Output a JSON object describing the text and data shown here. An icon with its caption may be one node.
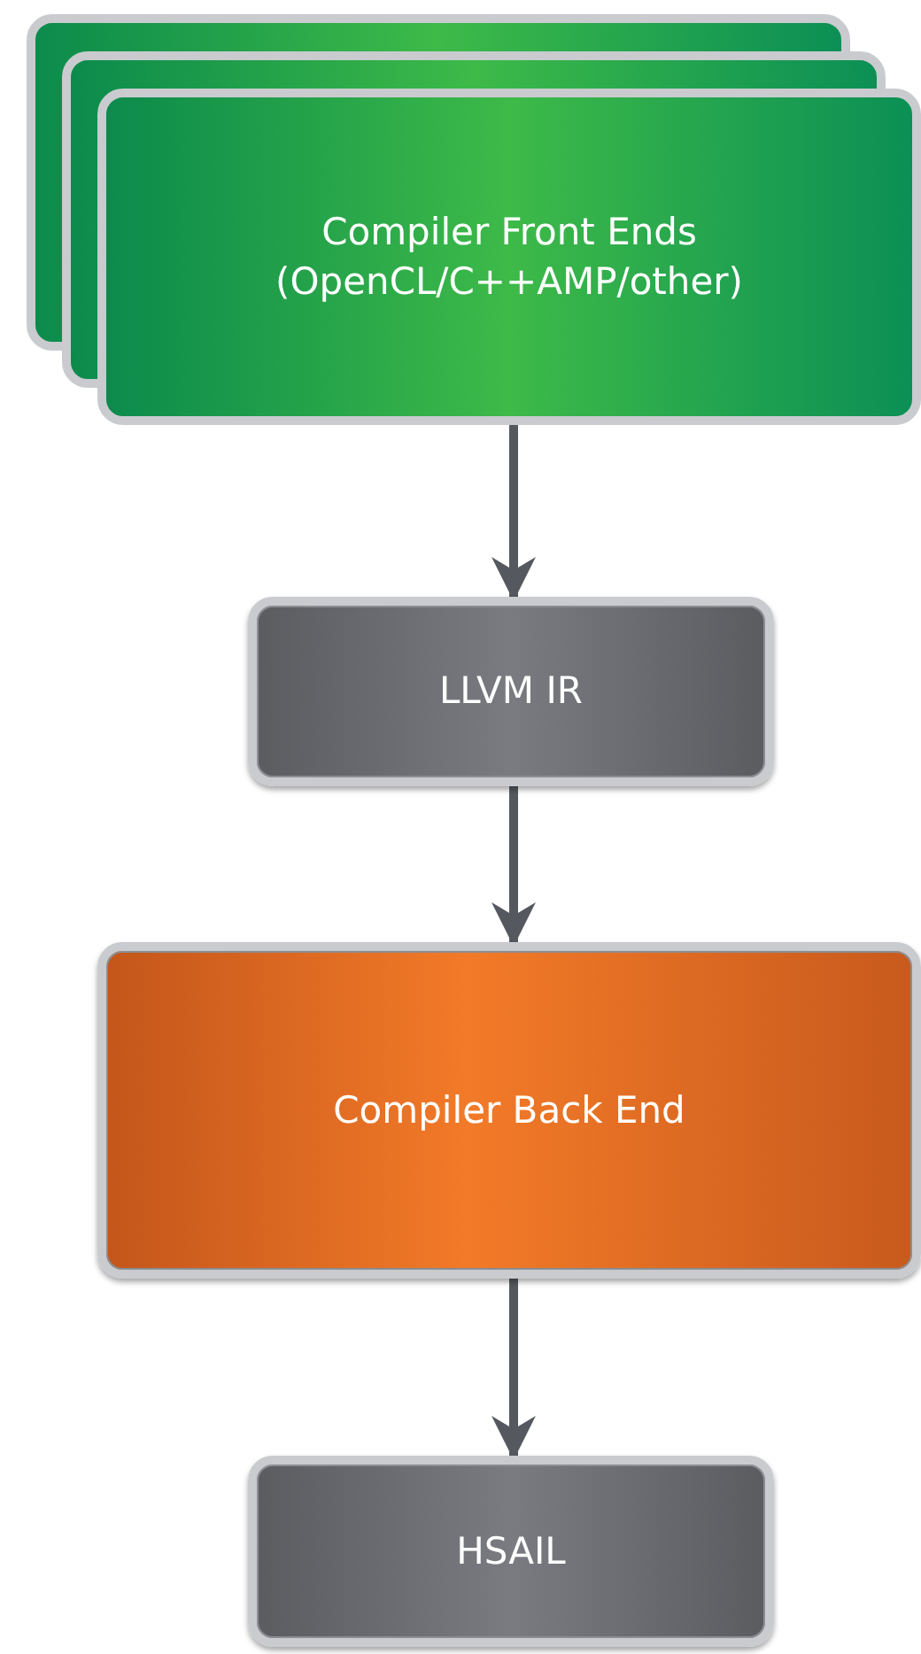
{
  "diagram": {
    "nodes": [
      {
        "text": [
          "Compiler Front Ends (OpenCL/C++AMP/other)"
        ]
      },
      {
        "text": [
          "LLVM IR"
        ]
      },
      {
        "text": [
          "Compiler Back End"
        ]
      },
      {
        "text": [
          "HSAIL"
        ]
      }
    ],
    "edges": [
      {
        "from": 0,
        "to": 1,
        "arrow": "to"
      },
      {
        "from": 1,
        "to": 2,
        "arrow": "to"
      },
      {
        "from": 2,
        "to": 3,
        "arrow": "to"
      }
    ]
  }
}
